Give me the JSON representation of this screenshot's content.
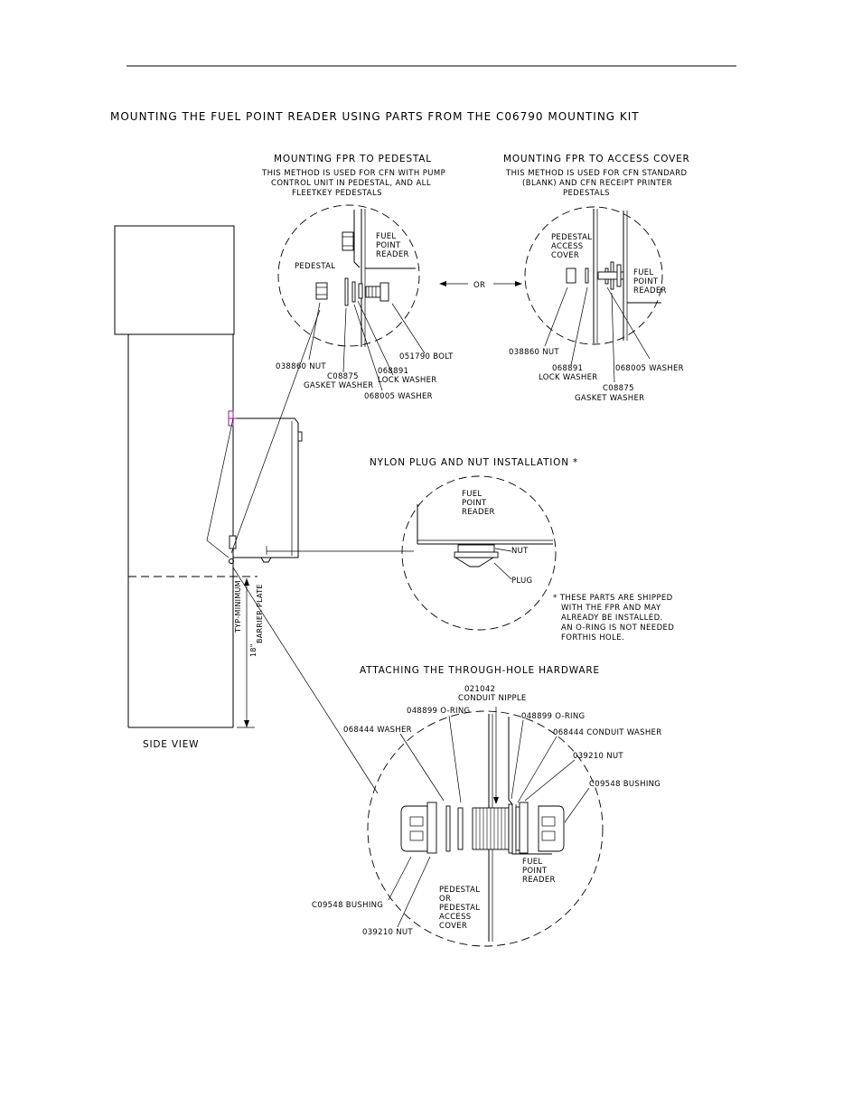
{
  "title": "MOUNTING THE FUEL POINT READER USING PARTS FROM THE C06790 MOUNTING KIT",
  "pedestal_detail": {
    "heading": "MOUNTING FPR TO PEDESTAL",
    "note": [
      "THIS METHOD IS USED FOR CFN WITH PUMP",
      "CONTROL UNIT IN PEDESTAL, AND ALL",
      "FLEETKEY PEDESTALS"
    ],
    "labels": {
      "fpr": [
        "FUEL",
        "POINT",
        "READER"
      ],
      "pedestal": "PEDESTAL",
      "nut": "038860 NUT",
      "gasket": [
        "C08875",
        "GASKET WASHER"
      ],
      "washer": "068005 WASHER",
      "lock": [
        "068891",
        "LOCK WASHER"
      ],
      "bolt": "051790 BOLT"
    }
  },
  "or_label": "OR",
  "access_cover_detail": {
    "heading": "MOUNTING FPR TO ACCESS COVER",
    "note": [
      "THIS METHOD IS USED FOR CFN STANDARD",
      "(BLANK) AND CFN RECEIPT PRINTER",
      "PEDESTALS"
    ],
    "labels": {
      "cover": [
        "PEDESTAL",
        "ACCESS",
        "COVER"
      ],
      "fpr": [
        "FUEL",
        "POINT",
        "READER"
      ],
      "nut": "038860 NUT",
      "lock": [
        "068891",
        "LOCK WASHER"
      ],
      "washer": "068005 WASHER",
      "gasket": [
        "C08875",
        "GASKET WASHER"
      ]
    }
  },
  "nylon_detail": {
    "heading": "NYLON PLUG AND NUT INSTALLATION *",
    "labels": {
      "fpr": [
        "FUEL",
        "POINT",
        "READER"
      ],
      "nut": "NUT",
      "plug": "PLUG"
    },
    "footnote": [
      "* THESE PARTS ARE SHIPPED",
      "WITH THE FPR AND MAY",
      "ALREADY BE INSTALLED.",
      "AN O-RING IS NOT NEEDED",
      "FORTHIS HOLE."
    ]
  },
  "through_hole_detail": {
    "heading": "ATTACHING THE THROUGH-HOLE HARDWARE",
    "labels": {
      "nipple": [
        "021042",
        "CONDUIT NIPPLE"
      ],
      "oring_left": "048899 O-RING",
      "oring_right": "048899 O-RING",
      "washer_left": "068444 WASHER",
      "conduit_washer": "068444 CONDUIT WASHER",
      "nut_right": "039210 NUT",
      "bushing_right": "C09548 BUSHING",
      "bushing_left": "C09548 BUSHING",
      "nut_left": "039210 NUT",
      "pedestal": [
        "PEDESTAL",
        "OR",
        "PEDESTAL",
        "ACCESS",
        "COVER"
      ],
      "fpr": [
        "FUEL",
        "POINT",
        "READER"
      ]
    }
  },
  "side_view": {
    "label": "SIDE VIEW",
    "dimension": [
      "TYP-MINIMUM",
      "18\"",
      "BARRIER PLATE"
    ]
  },
  "colors": {
    "line": "#000000",
    "accent": "#b03aa8"
  }
}
